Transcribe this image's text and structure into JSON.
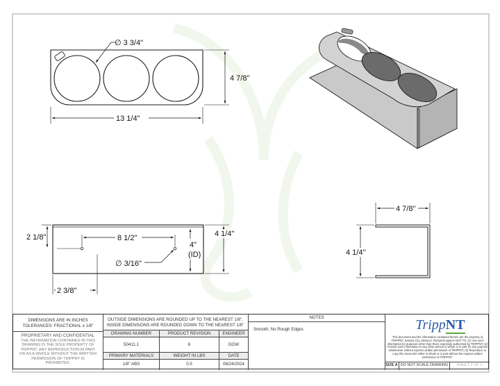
{
  "views": {
    "top": {
      "hole_diameter": "∅ 3 3/4\"",
      "height": "4 7/8\"",
      "width": "13 1/4\""
    },
    "front": {
      "left_offset": "2 1/8\"",
      "spacing": "8 1/2\"",
      "inside_height": "4\"",
      "inside_label": "(ID)",
      "outside_height": "4 1/4\"",
      "small_hole": "∅ 3/16\"",
      "bottom_offset": "2 3/8\""
    },
    "side": {
      "depth": "4 7/8\"",
      "height": "4 1/4\""
    }
  },
  "title_block": {
    "dimensions_header": "DIMENSIONS ARE IN INCHES",
    "tolerances": "TOLERANCES: FRACTIONAL ± 1/8\"",
    "rounding_line1": "OUTSIDE DIMENSIONS ARE ROUNDED UP TO THE NEAREST 1/8\",",
    "rounding_line2": "INSIDE DIMENSIONS ARE ROUNDED DOWN TO THE NEAREST 1/8\"",
    "notes_label": "NOTES",
    "notes_text": "Smooth, No Rough Edges",
    "proprietary_header": "PROPRIETARY AND CONFIDENTIAL",
    "proprietary_text": "THE INFORMATION CONTAINED IN THIS DRAWING IS THE SOLE PROPERTY OF TRIPPNT. ANY REPRODUCTION IN PART OR AS A WHOLE WITHOUT THE WRITTEN PERMISSION OF TRIPPNT IS PROHIBITED.",
    "drawing_number_label": "DRAWING NUMBER",
    "drawing_number": "50411.1",
    "revision_label": "PRODUCT REVISION",
    "revision": "6",
    "engineer_label": "ENGINEER",
    "engineer": "DGW",
    "materials_label": "PRIMARY MATERIALS",
    "materials": "1/8\" ABS",
    "weight_label": "WEIGHT IN LBS",
    "weight": "0.5",
    "date_label": "DATE",
    "date": "06/24/2024",
    "logo_text_a": "Tripp",
    "logo_text_b": "NT",
    "legal_text": "This document and the information contained therein are the property of TRIPPNT, Kansas City, Missouri. Recipient agrees NOT TO: (1) Use such information for purposes other than those expressly authorized by TRIPPNT; (2) Furnish such information to any other person in whole or in part for any purpose whatsoever without express written permission of TRIPPNT; (3) Reproduce or copy this document either in whole or in part without the express written permission of TRIPPNT.",
    "size_label": "SIZE A",
    "scale_note": "DO NOT SCALE DRAWING",
    "sheet": "SHEET 1 OF 1"
  },
  "colors": {
    "line": "#1a1a1a",
    "part_fill": "#c9c9c9",
    "hole_fill": "#6b6b6b",
    "logo_blue": "#2a5aa8",
    "logo_green": "#5aa83a",
    "watermark": "#eef4e6"
  }
}
